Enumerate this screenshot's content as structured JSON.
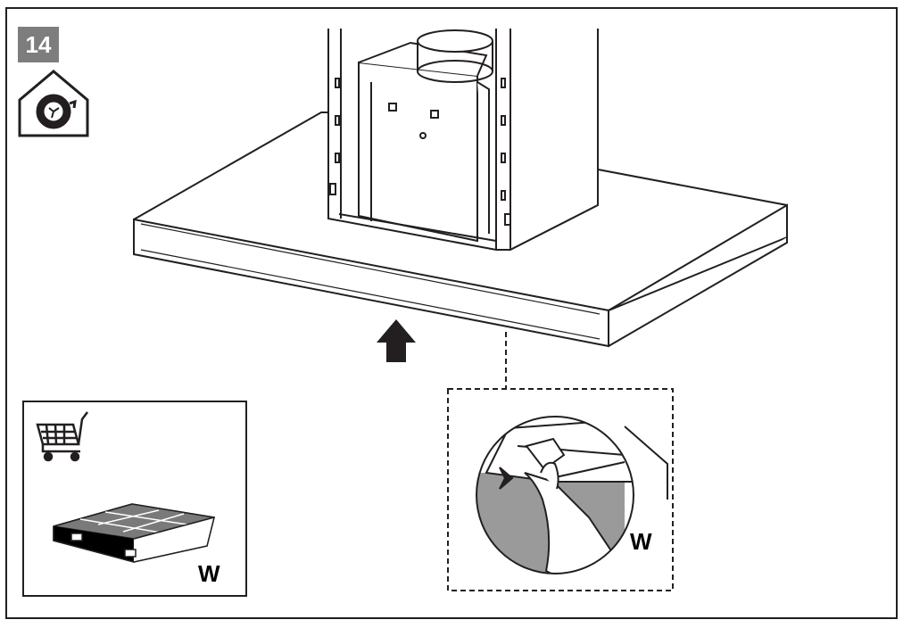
{
  "step": {
    "number": "14"
  },
  "icons": {
    "mode": "recirculation-house-icon",
    "shop": "shopping-cart-icon",
    "arrow": "arrow-up-icon"
  },
  "parts": {
    "filter_label": "W",
    "detail_label": "W"
  },
  "colors": {
    "badge": "#7d7d7d",
    "filter_block": "#7a7a7a",
    "hand_zone": "#9a9a9a",
    "line": "#231f20"
  }
}
